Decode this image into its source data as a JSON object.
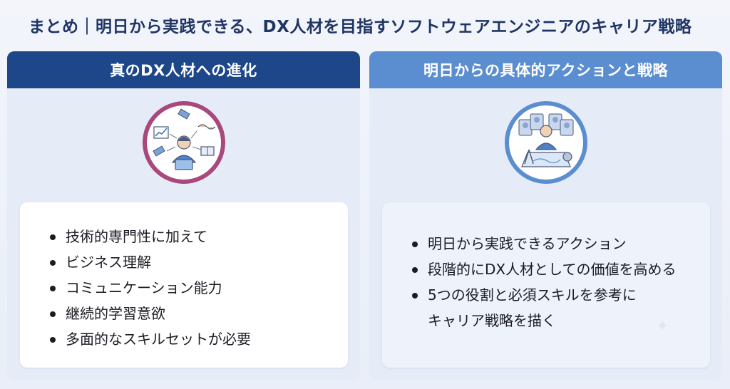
{
  "title": "まとめ｜明日から実践できる、DX人材を目指すソフトウェアエンジニアのキャリア戦略",
  "left_panel": {
    "header": "真のDX人材への進化",
    "icon": "engineer-network-icon",
    "items": [
      "技術的専門性に加えて",
      "ビジネス理解",
      "コミュニケーション能力",
      "継続的学習意欲",
      "多面的なスキルセットが必要"
    ]
  },
  "right_panel": {
    "header": "明日からの具体的アクションと戦略",
    "icon": "career-strategy-icon",
    "items": [
      "明日から実践できるアクション",
      "段階的にDX人材としての価値を高める",
      "5つの役割と必須スキルを参考に",
      "キャリア戦略を描く"
    ]
  },
  "colors": {
    "title": "#1f3563",
    "left_header": "#1d4789",
    "right_header": "#5b8ed0",
    "left_ring": "#a8487d",
    "right_ring": "#5b8ed0"
  }
}
